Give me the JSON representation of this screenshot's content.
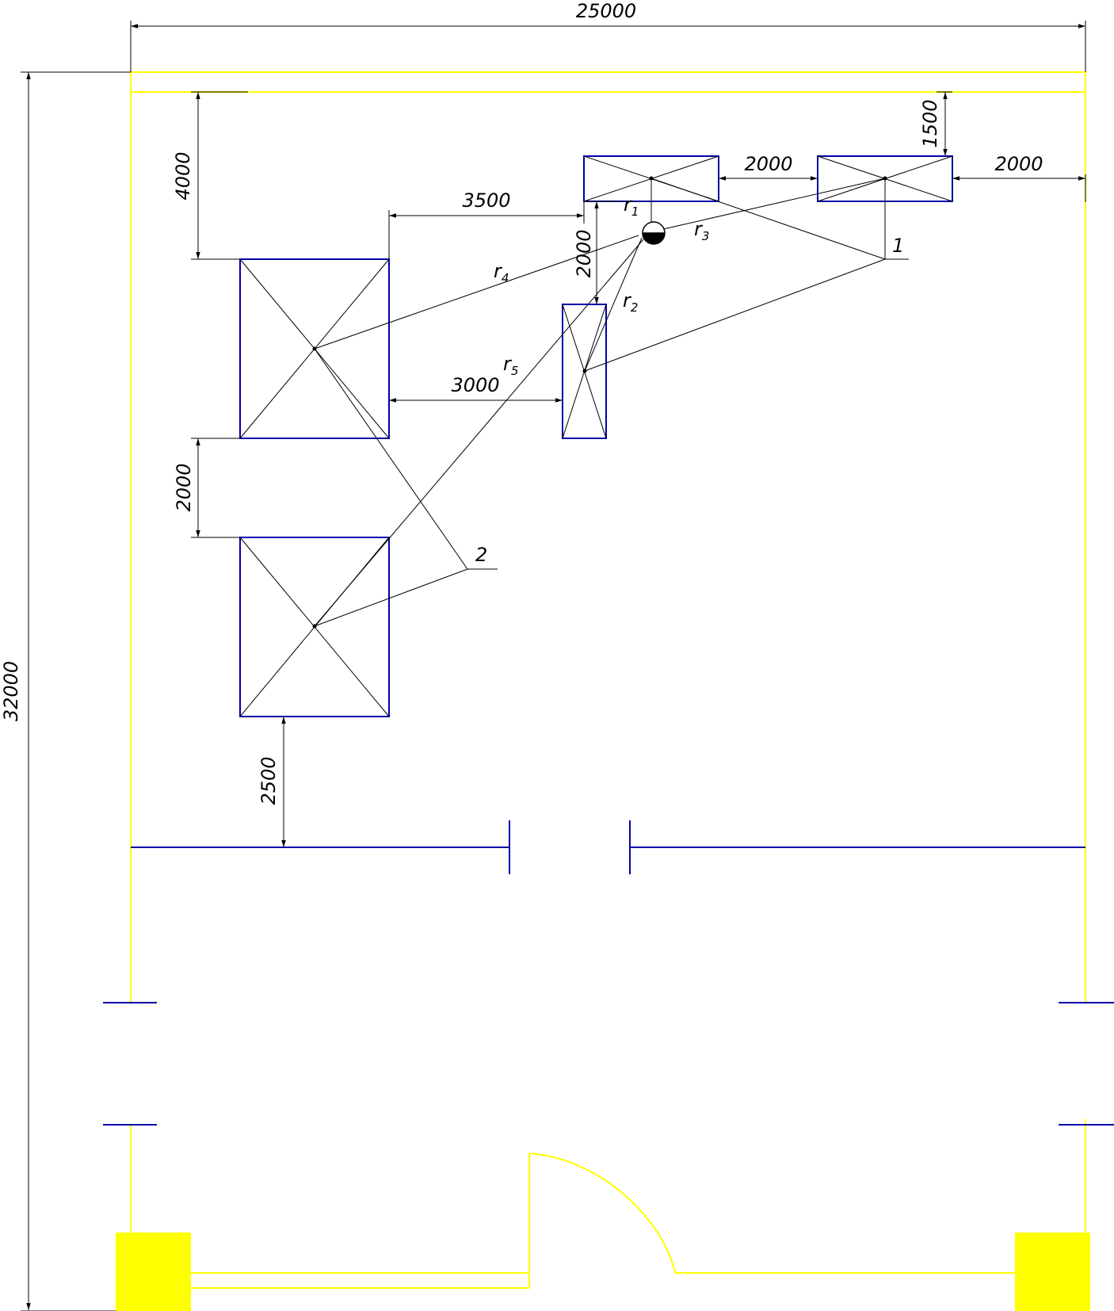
{
  "colors": {
    "wall": "#ffff00",
    "equipment": "#0000a8",
    "line": "#000000",
    "background": "#ffffff"
  },
  "dimensions": {
    "overall_width": "25000",
    "overall_height": "32000",
    "top_to_large_unit": "4000",
    "large_to_small": "3500",
    "gap_between_units": "2000",
    "unit_to_wall": "2000",
    "wall_to_unit": "1500",
    "unit_to_narrow_vertical": "2000",
    "large_to_narrow": "3000",
    "gap_large_units": "2000",
    "large_to_partition": "2500"
  },
  "radius_labels": [
    {
      "id": "r1",
      "base": "r",
      "sub": "1"
    },
    {
      "id": "r2",
      "base": "r",
      "sub": "2"
    },
    {
      "id": "r3",
      "base": "r",
      "sub": "3"
    },
    {
      "id": "r4",
      "base": "r",
      "sub": "4"
    },
    {
      "id": "r5",
      "base": "r",
      "sub": "5"
    }
  ],
  "callouts": {
    "point1": "1",
    "point2": "2"
  },
  "icons": {
    "source": "semi-filled-circle-icon",
    "equipment": "crossed-rectangle-icon"
  }
}
